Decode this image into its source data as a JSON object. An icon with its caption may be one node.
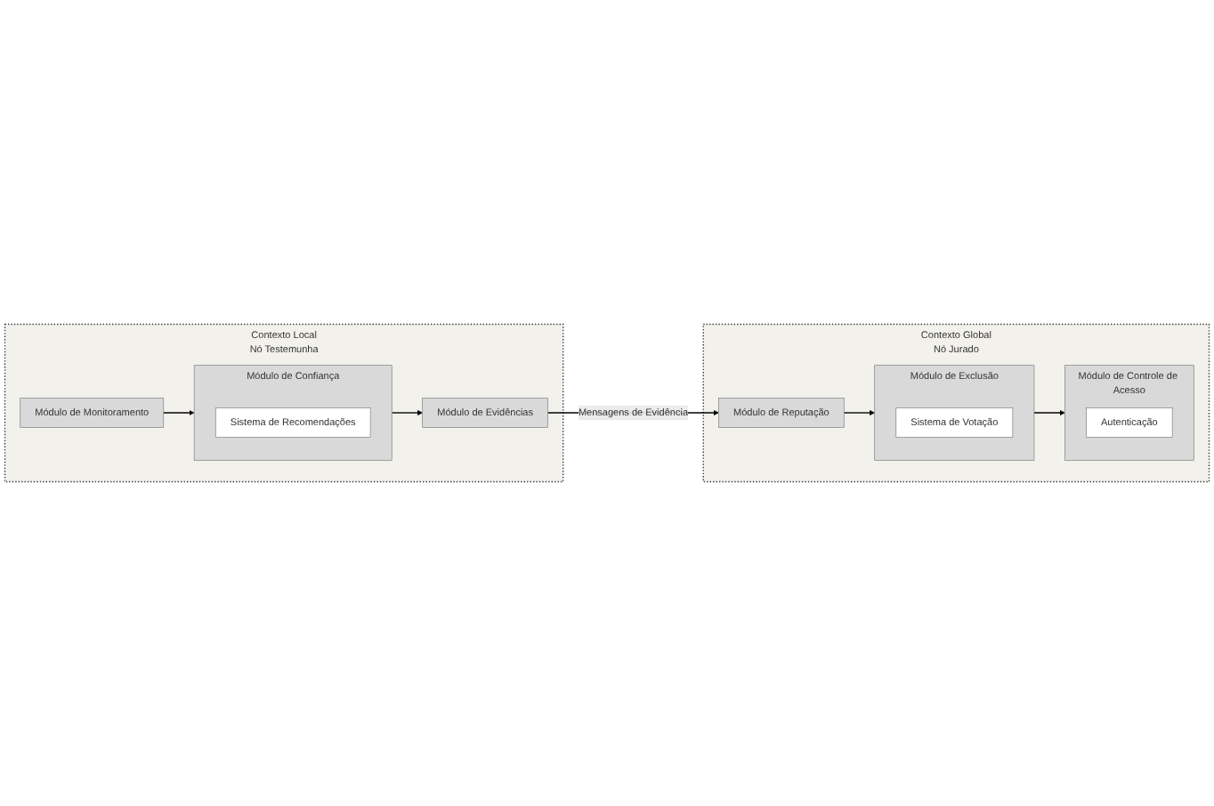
{
  "diagram": {
    "nodes": [
      {
        "text": [
          "Contexto Global",
          "Nó Jurado"
        ]
      },
      {
        "text": [
          "Módulo de Reputação"
        ],
        "in": 0
      },
      {
        "text": [
          "Módulo de Exclusão"
        ],
        "in": 0
      },
      {
        "text": [
          "Sistema de Votação"
        ],
        "in": 2
      },
      {
        "text": [
          "Módulo de Controle de Acesso"
        ],
        "in": 0
      },
      {
        "text": [
          "Autenticação"
        ],
        "in": 4
      },
      {
        "text": [
          "Contexto Local",
          "Nó Testemunha"
        ]
      },
      {
        "text": [
          "Módulo de Evidências"
        ],
        "in": 6
      },
      {
        "text": [
          "Módulo de Confiança"
        ],
        "in": 6
      },
      {
        "text": [
          "Sistema de Recomendações"
        ],
        "in": 8
      },
      {
        "text": [
          "Módulo de Monitoramento"
        ],
        "in": 6
      }
    ],
    "edges": [
      {
        "from": 7,
        "to": 1,
        "arrow": "to",
        "label": "Mensagens de Evidência"
      },
      {
        "from": 1,
        "to": 2,
        "arrow": "to"
      },
      {
        "from": 2,
        "to": 4,
        "arrow": "to"
      },
      {
        "from": 8,
        "to": 7,
        "arrow": "to"
      },
      {
        "from": 10,
        "to": 8,
        "arrow": "to"
      }
    ]
  }
}
